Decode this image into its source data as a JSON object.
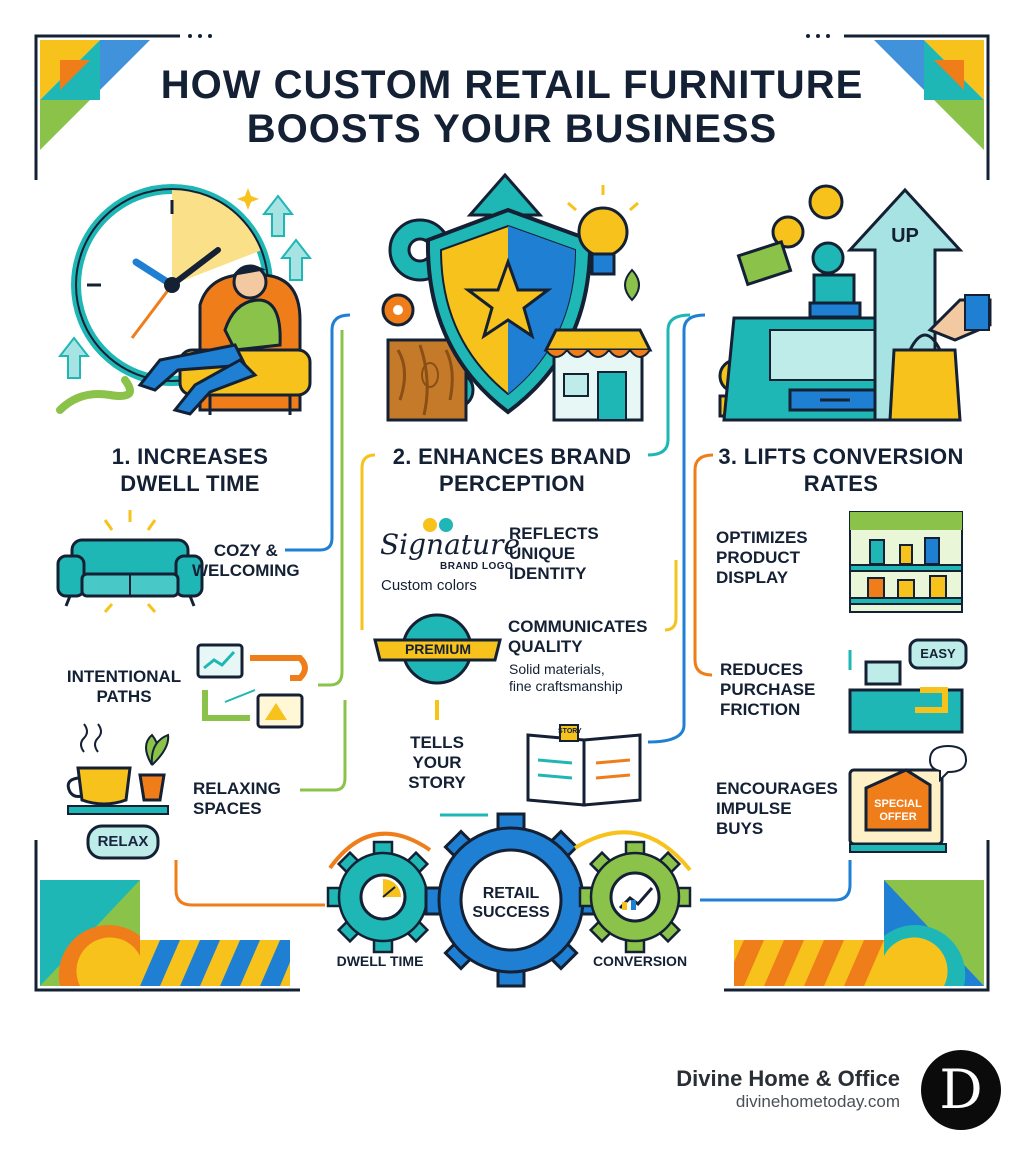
{
  "title": {
    "line1": "HOW CUSTOM RETAIL FURNITURE",
    "line2": "BOOSTS YOUR BUSINESS"
  },
  "columns": [
    {
      "heading_l1": "1. INCREASES",
      "heading_l2": "DWELL TIME",
      "items": [
        {
          "l1": "COZY &",
          "l2": "WELCOMING"
        },
        {
          "l1": "INTENTIONAL",
          "l2": "PATHS"
        },
        {
          "l1": "RELAXING",
          "l2": "SPACES"
        }
      ],
      "badge": "RELAX"
    },
    {
      "heading_l1": "2. ENHANCES BRAND",
      "heading_l2": "PERCEPTION",
      "items": [
        {
          "l1": "REFLECTS",
          "l2": "UNIQUE",
          "l3": "IDENTITY"
        },
        {
          "l1": "COMMUNICATES",
          "l2": "QUALITY",
          "sub1": "Solid materials,",
          "sub2": "fine craftsmanship"
        },
        {
          "l1": "TELLS",
          "l2": "YOUR",
          "l3": "STORY"
        }
      ],
      "logo_text": "Signature",
      "logo_sub": "BRAND LOGO",
      "logo_caption": "Custom colors",
      "premium": "PREMIUM",
      "story": "STORY"
    },
    {
      "heading_l1": "3. LIFTS CONVERSION",
      "heading_l2": "RATES",
      "items": [
        {
          "l1": "OPTIMIZES",
          "l2": "PRODUCT",
          "l3": "DISPLAY"
        },
        {
          "l1": "REDUCES",
          "l2": "PURCHASE",
          "l3": "FRICTION"
        },
        {
          "l1": "ENCOURAGES",
          "l2": "IMPULSE",
          "l3": "BUYS"
        }
      ],
      "up_label": "UP",
      "easy_label": "EASY",
      "offer_l1": "SPECIAL",
      "offer_l2": "OFFER"
    }
  ],
  "gears": {
    "left": "DWELL TIME",
    "center_l1": "RETAIL",
    "center_l2": "SUCCESS",
    "right": "CONVERSION"
  },
  "footer": {
    "brand": "Divine Home & Office",
    "site": "divinehometoday.com",
    "logo_letter": "D"
  },
  "colors": {
    "teal": "#1fb7b5",
    "blue": "#1e7fd3",
    "yellow": "#f7c21b",
    "orange": "#ef7d1a",
    "green": "#8bc34a",
    "navy": "#142034"
  }
}
